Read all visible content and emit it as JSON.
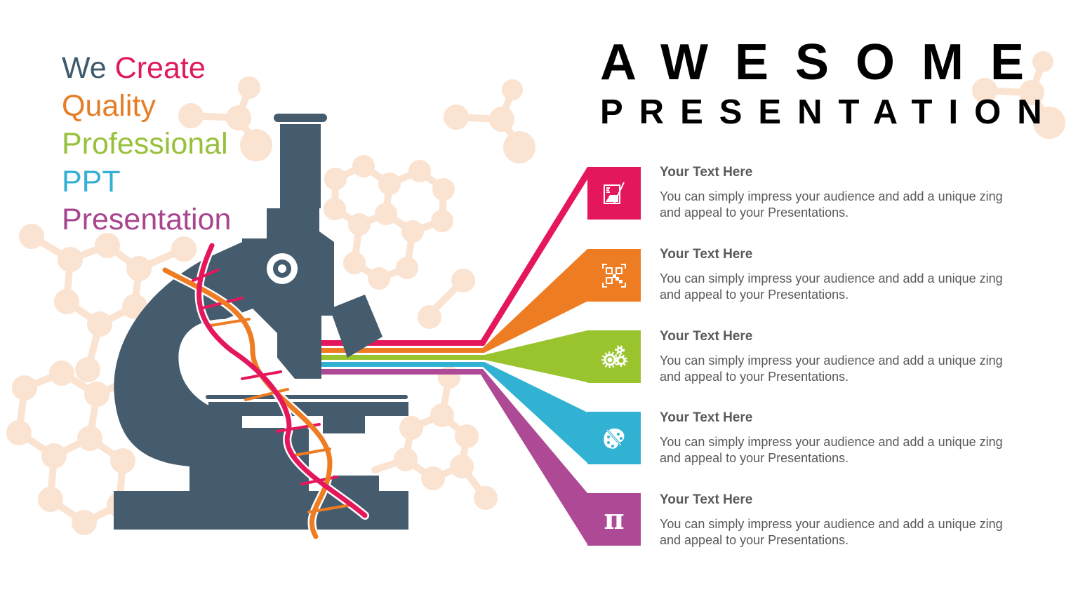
{
  "tagline": {
    "lines": [
      {
        "parts": [
          {
            "text": "We ",
            "color": "#3f5a6e"
          },
          {
            "text": "Create",
            "color": "#e0195c"
          }
        ]
      },
      {
        "parts": [
          {
            "text": "Quality",
            "color": "#e57d26"
          }
        ]
      },
      {
        "parts": [
          {
            "text": "Professional",
            "color": "#97c13a"
          }
        ]
      },
      {
        "parts": [
          {
            "text": "PPT",
            "color": "#33b0d3"
          }
        ]
      },
      {
        "parts": [
          {
            "text": "Presentation",
            "color": "#a8458f"
          }
        ]
      }
    ]
  },
  "title": {
    "line1": "AWESOME",
    "line2": "PRESENTATION"
  },
  "colors": {
    "microscope": "#455c6e",
    "molecule": "#fbe3d2",
    "pink": "#e5175c",
    "orange": "#ee7c22",
    "green": "#9ac42e",
    "blue": "#32b2d3",
    "purple": "#ae4a95"
  },
  "items": [
    {
      "heading": "Your Text Here",
      "body": "You can simply impress your audience and add a unique zing and appeal to your Presentations.",
      "icon": "beaker-icon",
      "color": "#e5175c"
    },
    {
      "heading": "Your Text Here",
      "body": "You can simply impress your audience and add a unique zing and appeal to your Presentations.",
      "icon": "qr-code-icon",
      "color": "#ee7c22"
    },
    {
      "heading": "Your Text Here",
      "body": "You can simply impress your audience and add a unique zing and appeal to your Presentations.",
      "icon": "gears-icon",
      "color": "#9ac42e"
    },
    {
      "heading": "Your Text Here",
      "body": "You can simply impress your audience and add a unique zing and appeal to your Presentations.",
      "icon": "palette-icon",
      "color": "#32b2d3"
    },
    {
      "heading": "Your Text Here",
      "body": "You can simply impress your audience and add a unique zing and appeal to your Presentations.",
      "icon": "pi-icon",
      "color": "#ae4a95",
      "glyph": "π"
    }
  ]
}
